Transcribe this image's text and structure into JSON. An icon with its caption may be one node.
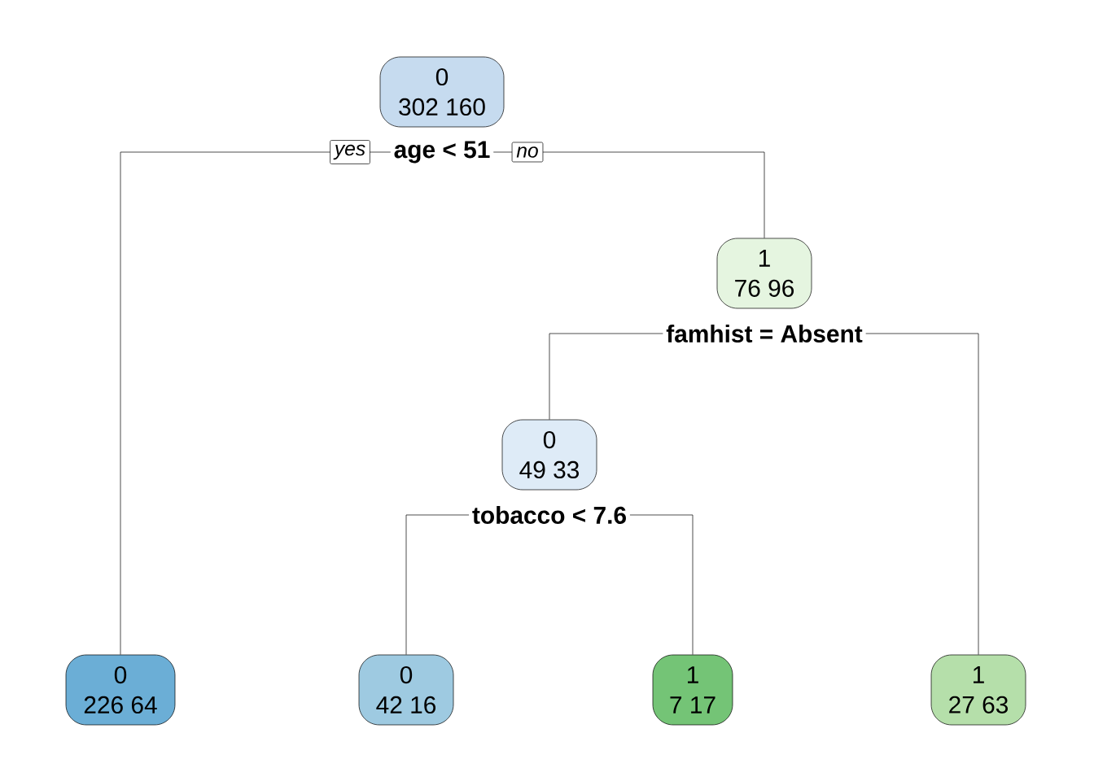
{
  "diagram": {
    "nodes": [
      {
        "text": [
          "0",
          "302 160"
        ],
        "beside": [
          "age < 51"
        ]
      },
      {
        "text": [
          "1",
          "76 96"
        ],
        "beside": [
          "famhist = Absent"
        ]
      },
      {
        "text": [
          "0",
          "49 33"
        ],
        "beside": [
          "tobacco < 7.6"
        ]
      },
      {
        "text": [
          "0",
          "226 64"
        ]
      },
      {
        "text": [
          "0",
          "42 16"
        ]
      },
      {
        "text": [
          "1",
          "7 17"
        ]
      },
      {
        "text": [
          "1",
          "27 63"
        ]
      }
    ],
    "edges": [
      {
        "from": 0,
        "to": 3,
        "arrow": "none",
        "label": "yes"
      },
      {
        "from": 0,
        "to": 1,
        "arrow": "none",
        "label": "no"
      },
      {
        "from": 1,
        "to": 2,
        "arrow": "none"
      },
      {
        "from": 1,
        "to": 6,
        "arrow": "none"
      },
      {
        "from": 2,
        "to": 4,
        "arrow": "none"
      },
      {
        "from": 2,
        "to": 5,
        "arrow": "none"
      }
    ]
  }
}
